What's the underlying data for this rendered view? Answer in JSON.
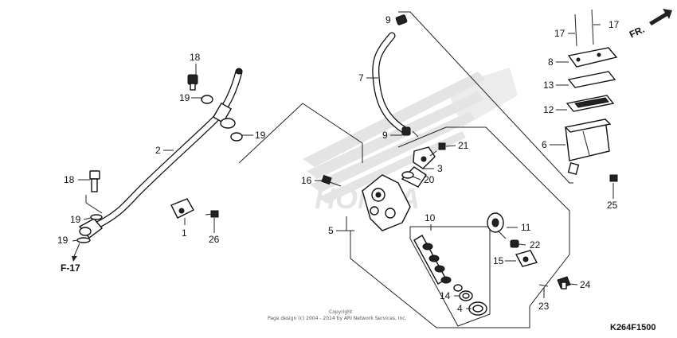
{
  "callouts": {
    "c1": "1",
    "c2": "2",
    "c3": "3",
    "c4": "4",
    "c5": "5",
    "c6": "6",
    "c7": "7",
    "c8": "8",
    "c9a": "9",
    "c9b": "9",
    "c10": "10",
    "c11": "11",
    "c12": "12",
    "c13": "13",
    "c14": "14",
    "c15": "15",
    "c16": "16",
    "c17a": "17",
    "c17b": "17",
    "c18a": "18",
    "c18b": "18",
    "c19a": "19",
    "c19b": "19",
    "c19c": "19",
    "c19d": "19",
    "c20": "20",
    "c21": "21",
    "c22": "22",
    "c23": "23",
    "c24": "24",
    "c25": "25",
    "c26": "26"
  },
  "references": {
    "f17": "F-17",
    "front": "FR."
  },
  "footer": {
    "copyright_title": "Copyright",
    "copyright_line": "Page design (c) 2004 - 2014 by ARI Network Services, Inc.",
    "diagram_code": "K264F1500"
  },
  "colors": {
    "line": "#222222",
    "watermark": "#e6e6e6"
  }
}
